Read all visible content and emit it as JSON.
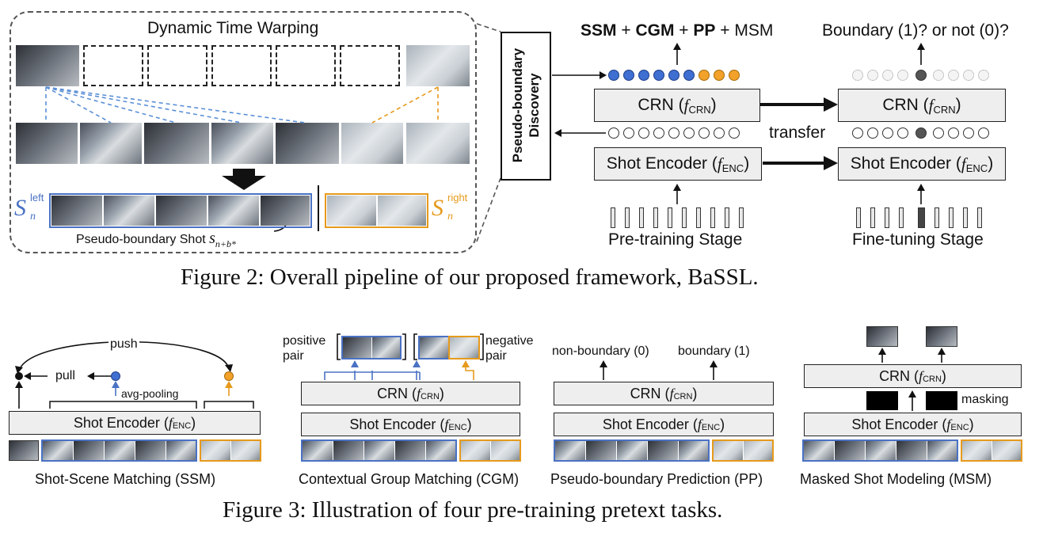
{
  "fig2": {
    "dtw_title": "Dynamic Time Warping",
    "pseudo_discovery": "Pseudo-boundary Discovery",
    "pseudo_shot_label": "Pseudo-boundary Shot",
    "s_left_sup": "left",
    "s_right_sup": "right",
    "s_sub": "n",
    "shot_sub": "n+b*",
    "objectives_bold": [
      "SSM",
      "CGM",
      "PP"
    ],
    "objectives_plain": "MSM",
    "boundary_q": "Boundary (1)? or not (0)?",
    "crn": "CRN (",
    "crn_f": "f",
    "crn_sub": "CRN",
    "enc": "Shot Encoder (",
    "enc_sub": "ENC",
    "transfer": "transfer",
    "pretrain_stage": "Pre-training Stage",
    "finetune_stage": "Fine-tuning Stage",
    "caption": "Figure 2: Overall pipeline of our proposed framework, BaSSL."
  },
  "fig3": {
    "push": "push",
    "pull": "pull",
    "avg_pooling": "avg-pooling",
    "positive_pair": "positive pair",
    "negative_pair": "negative pair",
    "non_boundary": "non-boundary (0)",
    "boundary": "boundary (1)",
    "masking": "masking",
    "task_ssm": "Shot-Scene Matching (SSM)",
    "task_cgm": "Contextual Group Matching (CGM)",
    "task_pp": "Pseudo-boundary Prediction (PP)",
    "task_msm": "Masked Shot Modeling (MSM)",
    "caption": "Figure 3: Illustration of four pre-training pretext tasks."
  },
  "colors": {
    "blue": "#4a72c4",
    "orange": "#e69a1c",
    "box_fill": "#eeeeee"
  }
}
